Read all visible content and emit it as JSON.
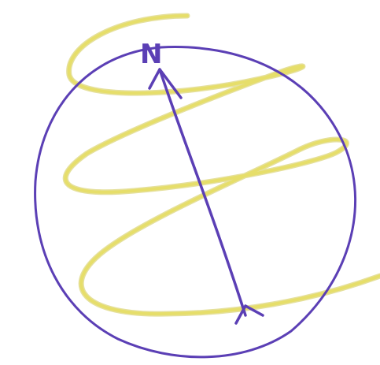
{
  "labels": {
    "north": "N"
  },
  "colors": {
    "background": "#ffffff",
    "sphere": "#5b3fb5",
    "axis": "#5b3fb5",
    "helix": "#e6de6a",
    "helix_shadow": "#cfc64a"
  },
  "icons": {
    "sphere": "circle-outline",
    "axis": "arrow",
    "helix": "spiral-curve"
  }
}
